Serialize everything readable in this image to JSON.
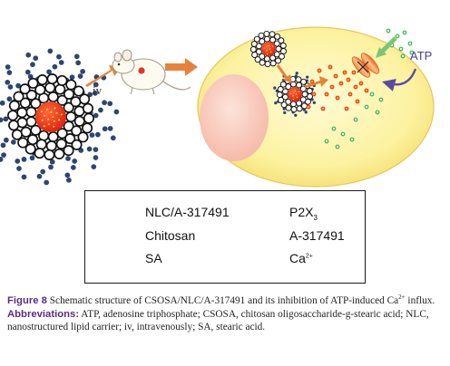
{
  "figure": {
    "route_label": "iv",
    "atp_label": "ATP"
  },
  "legend": {
    "nlc_label": "NLC/A-317491",
    "chitosan_label": "Chitosan",
    "sa_label": "SA",
    "p2x_label": "P2X",
    "p2x_sub": "3",
    "a317491_label": "A-317491",
    "ca_label": "Ca",
    "ca_sup": "2+"
  },
  "colors": {
    "nlc_red": "#e8321e",
    "cell_yellow": "#fbf3a2",
    "nucleus_pink": "#f9cfc4",
    "arrow_orange": "#e8823a",
    "ca_green": "#3db34a",
    "sa_navy": "#2d4670",
    "purple_arrow": "#5a4ba6",
    "caption_heading": "#5b2d83"
  },
  "caption": {
    "figure_label": "Figure 8",
    "text_before": " Schematic structure of CSOSA/NLC/A-317491 and its inhibition of ATP-induced Ca",
    "text_sup": "2+",
    "text_after": " influx.",
    "abbr_label": "Abbreviations:",
    "abbr_text": " ATP, adenosine triphosphate; CSOSA, chitosan oligosaccharide-g-stearic acid; NLC, nanostructured lipid carrier; iv, intravenously; SA, stearic acid."
  }
}
